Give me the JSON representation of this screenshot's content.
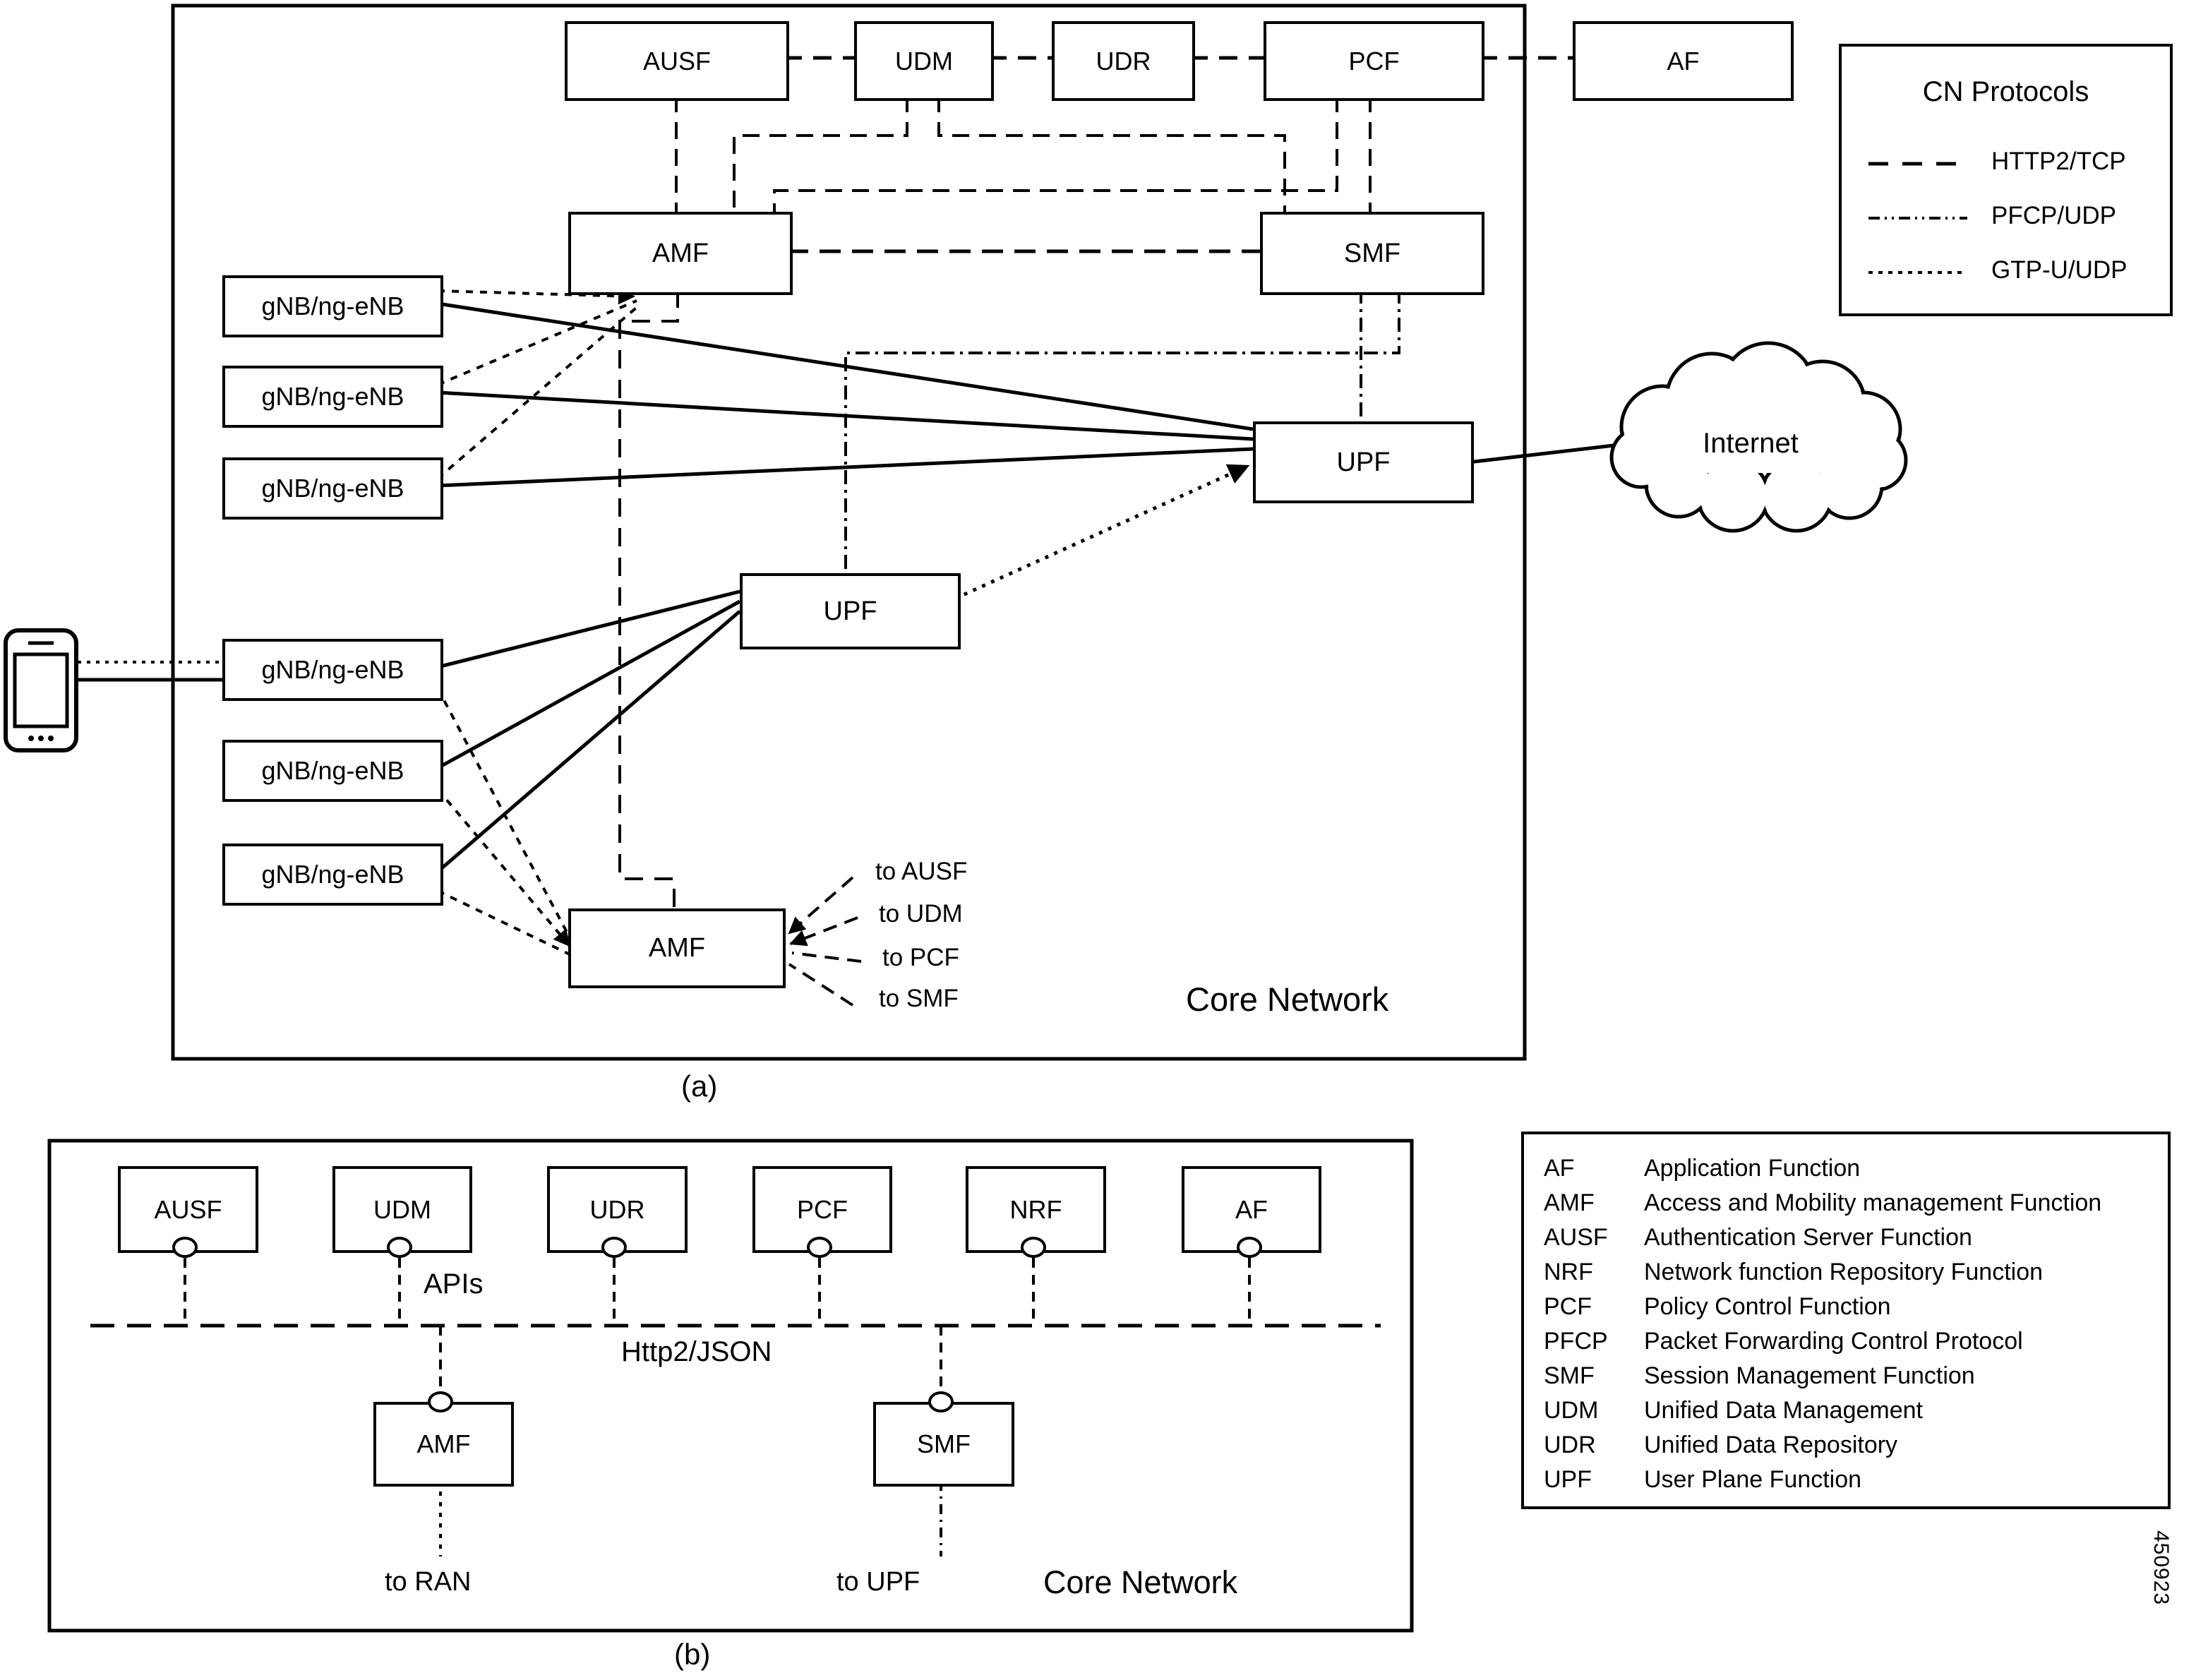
{
  "colors": {
    "ink": "#000000",
    "background": "#ffffff"
  },
  "panel_a": {
    "caption": "(a)",
    "region_label": "Core Network",
    "nodes": {
      "ausf": "AUSF",
      "udm": "UDM",
      "udr": "UDR",
      "pcf": "PCF",
      "af": "AF",
      "amf_top": "AMF",
      "smf": "SMF",
      "upf_mid": "UPF",
      "upf_right": "UPF",
      "amf_bottom": "AMF",
      "internet": "Internet"
    },
    "gnb": [
      "gNB/ng-eNB",
      "gNB/ng-eNB",
      "gNB/ng-eNB",
      "gNB/ng-eNB",
      "gNB/ng-eNB",
      "gNB/ng-eNB"
    ],
    "fanout_labels": [
      "to AUSF",
      "to UDM",
      "to PCF",
      "to SMF"
    ]
  },
  "legend": {
    "title": "CN Protocols",
    "items": [
      {
        "pattern": "long-dash",
        "label": "HTTP2/TCP"
      },
      {
        "pattern": "dash-dot-dot",
        "label": "PFCP/UDP"
      },
      {
        "pattern": "dotted",
        "label": "GTP-U/UDP"
      }
    ]
  },
  "panel_b": {
    "caption": "(b)",
    "region_label": "Core Network",
    "top_nodes": [
      "AUSF",
      "UDM",
      "UDR",
      "PCF",
      "NRF",
      "AF"
    ],
    "bottom_nodes": [
      "AMF",
      "SMF"
    ],
    "apis_label": "APIs",
    "bus_label": "Http2/JSON",
    "to_ran": "to RAN",
    "to_upf": "to UPF"
  },
  "abbreviations": [
    {
      "abbr": "AF",
      "definition": "Application Function"
    },
    {
      "abbr": "AMF",
      "definition": "Access and Mobility management Function"
    },
    {
      "abbr": "AUSF",
      "definition": "Authentication Server Function"
    },
    {
      "abbr": "NRF",
      "definition": "Network function Repository Function"
    },
    {
      "abbr": "PCF",
      "definition": "Policy Control Function"
    },
    {
      "abbr": "PFCP",
      "definition": "Packet Forwarding Control Protocol"
    },
    {
      "abbr": "SMF",
      "definition": "Session Management Function"
    },
    {
      "abbr": "UDM",
      "definition": "Unified Data Management"
    },
    {
      "abbr": "UDR",
      "definition": "Unified Data Repository"
    },
    {
      "abbr": "UPF",
      "definition": "User Plane Function"
    }
  ],
  "figure_number": "450923"
}
